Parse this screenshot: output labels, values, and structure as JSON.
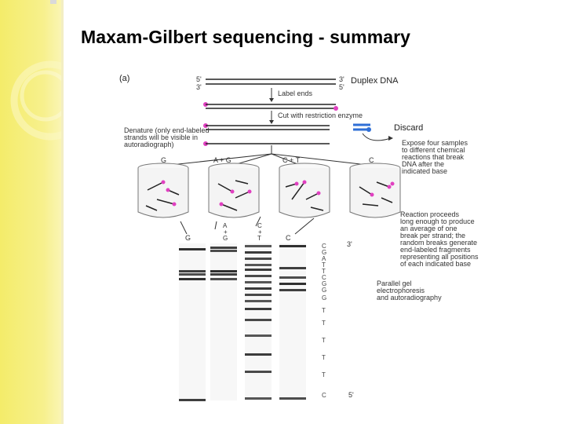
{
  "slide": {
    "title": "Maxam-Gilbert sequencing - summary"
  },
  "figure": {
    "panel_label": "(a)",
    "top_left_ends": [
      "5'",
      "3'"
    ],
    "top_right_ends": [
      "3'",
      "5'"
    ],
    "duplex_label": "Duplex DNA",
    "step_label_ends": "Label ends",
    "step_cut": "Cut with restriction enzyme",
    "denature_text": [
      "Denature (only end-labeled",
      "strands will be visible in",
      "autoradiograph)"
    ],
    "discard_label": "Discard",
    "expose_text": [
      "Expose four samples",
      "to different chemical",
      "reactions that break",
      "DNA after the",
      "indicated base"
    ],
    "tube_labels": [
      "G",
      "A + G",
      "C + T",
      "C"
    ],
    "reaction_text": [
      "Reaction proceeds",
      "long enough to produce",
      "an average of one",
      "break per strand; the",
      "random breaks generate",
      "end-labeled fragments",
      "representing all positions",
      "of each indicated base"
    ],
    "lane_labels": [
      "G",
      "A\n+\nG",
      "C\n+\nT",
      "C"
    ],
    "gel_top_end": "3'",
    "gel_bottom_end": "5'",
    "sequence": [
      "C",
      "G",
      "A",
      "T",
      "T",
      "C",
      "G",
      "G",
      "G",
      "T",
      "T",
      "T",
      "T",
      "T",
      "C"
    ],
    "gel_text": [
      "Parallel gel",
      "electrophoresis",
      "and autoradiography"
    ],
    "colors": {
      "label_dot": "#e040c0",
      "discard_blue": "#2f6fd6",
      "sidebar_yellow": "#f4ec6a"
    }
  }
}
